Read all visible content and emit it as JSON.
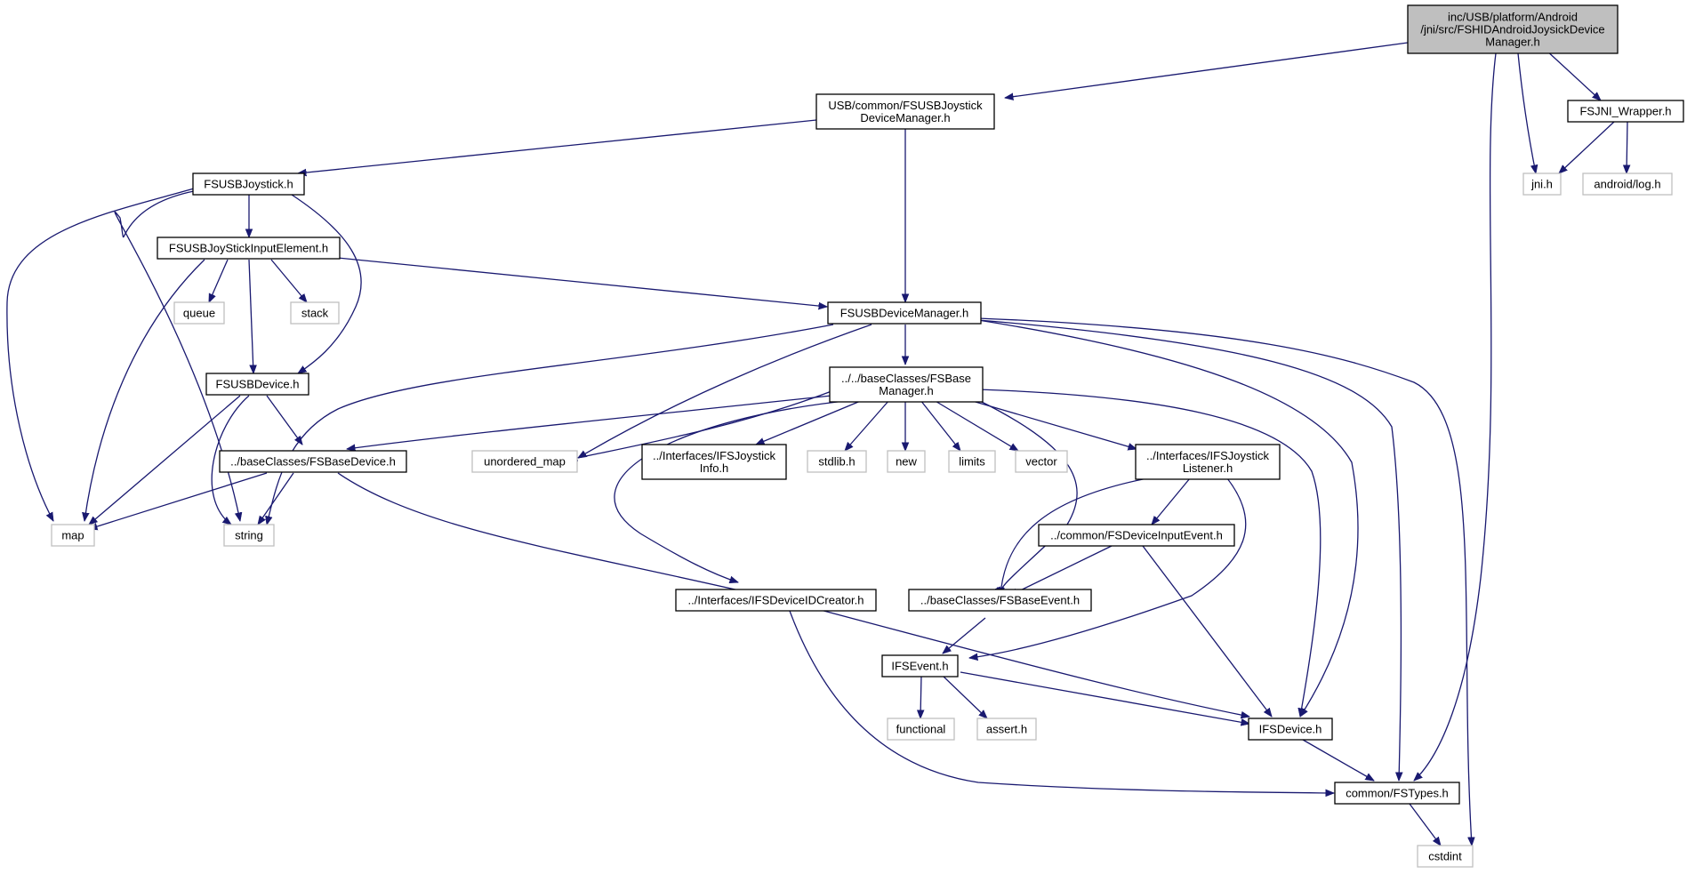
{
  "graph": {
    "colors": {
      "edge": "#191970",
      "node_border": "#000000",
      "system_border": "#bfbfbf",
      "root_fill": "#bfbfbf",
      "fill": "#ffffff"
    },
    "nodes": [
      {
        "id": "root",
        "lines": [
          "inc/USB/platform/Android",
          "/jni/src/FSHIDAndroidJoysickDevice",
          "Manager.h"
        ],
        "kind": "root"
      },
      {
        "id": "usbjdm",
        "lines": [
          "USB/common/FSUSBJoystick",
          "DeviceManager.h"
        ],
        "kind": "file"
      },
      {
        "id": "jniwrap",
        "lines": [
          "FSJNI_Wrapper.h"
        ],
        "kind": "file"
      },
      {
        "id": "jni",
        "lines": [
          "jni.h"
        ],
        "kind": "system"
      },
      {
        "id": "alog",
        "lines": [
          "android/log.h"
        ],
        "kind": "system"
      },
      {
        "id": "usbjoy",
        "lines": [
          "FSUSBJoystick.h"
        ],
        "kind": "file"
      },
      {
        "id": "usbjsie",
        "lines": [
          "FSUSBJoyStickInputElement.h"
        ],
        "kind": "file"
      },
      {
        "id": "queue",
        "lines": [
          "queue"
        ],
        "kind": "system"
      },
      {
        "id": "stack",
        "lines": [
          "stack"
        ],
        "kind": "system"
      },
      {
        "id": "usbdm",
        "lines": [
          "FSUSBDeviceManager.h"
        ],
        "kind": "file"
      },
      {
        "id": "usbdev",
        "lines": [
          "FSUSBDevice.h"
        ],
        "kind": "file"
      },
      {
        "id": "basemgr",
        "lines": [
          "../../baseClasses/FSBase",
          "Manager.h"
        ],
        "kind": "file"
      },
      {
        "id": "basedev",
        "lines": [
          "../baseClasses/FSBaseDevice.h"
        ],
        "kind": "file"
      },
      {
        "id": "umap",
        "lines": [
          "unordered_map"
        ],
        "kind": "system"
      },
      {
        "id": "ijinfo",
        "lines": [
          "../Interfaces/IFSJoystick",
          "Info.h"
        ],
        "kind": "file"
      },
      {
        "id": "stdlib",
        "lines": [
          "stdlib.h"
        ],
        "kind": "system"
      },
      {
        "id": "new",
        "lines": [
          "new"
        ],
        "kind": "system"
      },
      {
        "id": "limits",
        "lines": [
          "limits"
        ],
        "kind": "system"
      },
      {
        "id": "vector",
        "lines": [
          "vector"
        ],
        "kind": "system"
      },
      {
        "id": "ijlist",
        "lines": [
          "../Interfaces/IFSJoystick",
          "Listener.h"
        ],
        "kind": "file"
      },
      {
        "id": "map",
        "lines": [
          "map"
        ],
        "kind": "system"
      },
      {
        "id": "string",
        "lines": [
          "string"
        ],
        "kind": "system"
      },
      {
        "id": "devinev",
        "lines": [
          "../common/FSDeviceInputEvent.h"
        ],
        "kind": "file"
      },
      {
        "id": "idcreator",
        "lines": [
          "../Interfaces/IFSDeviceIDCreator.h"
        ],
        "kind": "file"
      },
      {
        "id": "baseev",
        "lines": [
          "../baseClasses/FSBaseEvent.h"
        ],
        "kind": "file"
      },
      {
        "id": "ifsev",
        "lines": [
          "IFSEvent.h"
        ],
        "kind": "file"
      },
      {
        "id": "functional",
        "lines": [
          "functional"
        ],
        "kind": "system"
      },
      {
        "id": "assert",
        "lines": [
          "assert.h"
        ],
        "kind": "system"
      },
      {
        "id": "ifsdev",
        "lines": [
          "IFSDevice.h"
        ],
        "kind": "file"
      },
      {
        "id": "fstypes",
        "lines": [
          "common/FSTypes.h"
        ],
        "kind": "file"
      },
      {
        "id": "cstdint",
        "lines": [
          "cstdint"
        ],
        "kind": "system"
      }
    ]
  }
}
